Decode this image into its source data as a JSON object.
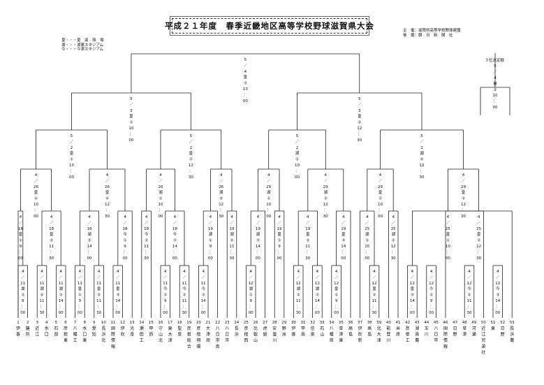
{
  "title": "平成２１年度　春季近畿地区高等学校野球滋賀県大会",
  "legend": [
    {
      "abbr": "皇",
      "label": "・・・皇　滋　球　場"
    },
    {
      "abbr": "湖",
      "label": "・・・湖東スタジアム"
    },
    {
      "abbr": "今",
      "label": "・・・今津スタジアム"
    }
  ],
  "organizers": [
    {
      "role": "主　催",
      "name": "：滋賀県高等学校野球連盟"
    },
    {
      "role": "後　援",
      "name": "：朝　日　新　聞　社"
    }
  ],
  "playoff": {
    "label": "３位決定戦",
    "schedule": [
      "5",
      "／",
      "4",
      "皇",
      "①",
      "10",
      "：",
      "00"
    ]
  },
  "teams": [
    {
      "no": "1",
      "name": [
        "伊",
        "香"
      ]
    },
    {
      "no": "2",
      "name": [
        "膳",
        "所"
      ]
    },
    {
      "no": "3",
      "name": [
        "近",
        "江"
      ]
    },
    {
      "no": "4",
      "name": [
        "水",
        "口"
      ]
    },
    {
      "no": "5",
      "name": [
        "石",
        "部"
      ]
    },
    {
      "no": "6",
      "name": [
        "彦",
        "根",
        "東"
      ]
    },
    {
      "no": "7",
      "name": [
        "八",
        "幡",
        "工"
      ]
    },
    {
      "no": "8",
      "name": [
        "水",
        "口",
        "東"
      ]
    },
    {
      "no": "9",
      "name": [
        "愛",
        "知"
      ]
    },
    {
      "no": "10",
      "name": [
        "長",
        "浜",
        "北"
      ]
    },
    {
      "no": "11",
      "name": [
        "国",
        "際",
        "情",
        "報"
      ]
    },
    {
      "no": "12",
      "name": [
        "伊",
        "吹"
      ]
    },
    {
      "no": "13",
      "name": [
        "光",
        "泉"
      ]
    },
    {
      "no": "14",
      "name": [
        "瀬",
        "田",
        "工"
      ]
    },
    {
      "no": "15",
      "name": [
        "甲",
        "西"
      ]
    },
    {
      "no": "16",
      "name": [
        "守",
        "山",
        "北"
      ]
    },
    {
      "no": "17",
      "name": [
        "東",
        "大",
        "津"
      ]
    },
    {
      "no": "18",
      "name": [
        "聖",
        "泉"
      ]
    },
    {
      "no": "19",
      "name": [
        "彦",
        "根",
        "総",
        "合"
      ]
    },
    {
      "no": "20",
      "name": [
        "彦",
        "根",
        "翔",
        "陽"
      ]
    },
    {
      "no": "21",
      "name": [
        "大",
        "津",
        "商"
      ]
    },
    {
      "no": "22",
      "name": [
        "八",
        "日",
        "市",
        "南"
      ]
    },
    {
      "no": "23",
      "name": [
        "八",
        "日",
        "市"
      ]
    },
    {
      "no": "24",
      "name": [
        "長",
        "浜"
      ]
    },
    {
      "no": "25",
      "name": [
        "彦",
        "根",
        "西"
      ]
    },
    {
      "no": "26",
      "name": [
        "比",
        "叡",
        "山"
      ]
    },
    {
      "no": "27",
      "name": [
        "虎",
        "姫"
      ]
    },
    {
      "no": "28",
      "name": [
        "安",
        "曇",
        "川"
      ]
    },
    {
      "no": "29",
      "name": [
        "野",
        "洲"
      ]
    },
    {
      "no": "30",
      "name": [
        "伊",
        "香"
      ]
    },
    {
      "no": "31",
      "name": [
        "甲",
        "南"
      ]
    },
    {
      "no": "32",
      "name": [
        "信",
        "楽"
      ]
    },
    {
      "no": "33",
      "name": [
        "石",
        "山"
      ]
    },
    {
      "no": "34",
      "name": [
        "八",
        "幡",
        "商"
      ]
    },
    {
      "no": "35",
      "name": [
        "草",
        "津",
        "東"
      ]
    },
    {
      "no": "36",
      "name": [
        "高",
        "島"
      ]
    },
    {
      "no": "37",
      "name": [
        "伊",
        "吹",
        "新"
      ]
    },
    {
      "no": "38",
      "name": [
        "高",
        "島"
      ]
    },
    {
      "no": "39",
      "name": [
        "北",
        "大",
        "津"
      ]
    },
    {
      "no": "40",
      "name": [
        "能",
        "登",
        "川"
      ]
    },
    {
      "no": "41",
      "name": [
        "米",
        "原"
      ]
    },
    {
      "no": "42",
      "name": [
        "彦",
        "根",
        "工"
      ]
    },
    {
      "no": "43",
      "name": [
        "湖",
        "南",
        "農"
      ]
    },
    {
      "no": "44",
      "name": [
        "玉",
        "川"
      ]
    },
    {
      "no": "45",
      "name": [
        "八",
        "日",
        "市"
      ]
    },
    {
      "no": "46",
      "name": [
        "国",
        "際",
        "情",
        "報"
      ]
    },
    {
      "no": "47",
      "name": [
        "日",
        "野"
      ]
    },
    {
      "no": "48",
      "name": [
        "草",
        "津"
      ]
    },
    {
      "no": "49",
      "name": [
        "河",
        "瀬"
      ]
    },
    {
      "no": "50",
      "name": [
        "近",
        "江",
        "兄",
        "弟",
        "社"
      ]
    },
    {
      "no": "51",
      "name": [
        "東"
      ]
    },
    {
      "no": "52",
      "name": [
        "日",
        "野"
      ]
    },
    {
      "no": "53",
      "name": [
        "長",
        "浜",
        "農"
      ]
    }
  ],
  "matches": {
    "r1": [
      {
        "a": 1,
        "b": 2,
        "sched": [
          "4",
          "／",
          "11",
          "湖",
          "①",
          "9",
          "：",
          "00"
        ]
      },
      {
        "a": 3,
        "b": 4,
        "sched": [
          "4",
          "／",
          "11",
          "湖",
          "②",
          "11",
          "：",
          "30"
        ]
      },
      {
        "a": 5,
        "b": 6,
        "sched": [
          "4",
          "／",
          "11",
          "湖",
          "③",
          "14",
          "：",
          "00"
        ]
      },
      {
        "a": 7,
        "b": 8,
        "sched": [
          "4",
          "／",
          "11",
          "皇",
          "①",
          "9",
          "：",
          "00"
        ]
      },
      {
        "a": 9,
        "b": 10,
        "sched": [
          "4",
          "／",
          "11",
          "皇",
          "②",
          "11",
          "：",
          "30"
        ]
      },
      {
        "a": 11,
        "b": 12,
        "sched": [
          "4",
          "／",
          "11",
          "皇",
          "③",
          "14",
          "：",
          "00"
        ]
      },
      {
        "a": 16,
        "b": 17,
        "sched": [
          "4",
          "／",
          "11",
          "今",
          "①",
          "9",
          "：",
          "00"
        ]
      },
      {
        "a": 18,
        "b": 19,
        "sched": [
          "4",
          "／",
          "11",
          "今",
          "②",
          "11",
          "：",
          "30"
        ]
      },
      {
        "a": 20,
        "b": 21,
        "sched": [
          "4",
          "／",
          "11",
          "今",
          "③",
          "14",
          "：",
          "00"
        ]
      },
      {
        "a": 25,
        "b": 26,
        "sched": [
          "4",
          "／",
          "12",
          "湖",
          "①",
          "9",
          "：",
          "00"
        ]
      },
      {
        "a": 30,
        "b": 31,
        "sched": [
          "4",
          "／",
          "12",
          "湖",
          "②",
          "11",
          "：",
          "30"
        ]
      },
      {
        "a": 32,
        "b": 33,
        "sched": [
          "4",
          "／",
          "12",
          "湖",
          "③",
          "14",
          "：",
          "00"
        ]
      },
      {
        "a": 34,
        "b": 35,
        "sched": [
          "4",
          "／",
          "12",
          "皇",
          "①",
          "9",
          "：",
          "00"
        ]
      },
      {
        "a": 38,
        "b": 39,
        "sched": [
          "4",
          "／",
          "12",
          "皇",
          "②",
          "11",
          "：",
          "30"
        ]
      },
      {
        "a": 42,
        "b": 43,
        "sched": [
          "4",
          "／",
          "12",
          "皇",
          "③",
          "14",
          "：",
          "00"
        ]
      },
      {
        "a": 44,
        "b": 45,
        "sched": [
          "4",
          "／",
          "12",
          "今",
          "①",
          "9",
          "：",
          "00"
        ]
      },
      {
        "a": 48,
        "b": 49,
        "sched": [
          "4",
          "／",
          "12",
          "今",
          "②",
          "11",
          "：",
          "30"
        ]
      },
      {
        "a": 51,
        "b": 52,
        "sched": [
          "4",
          "／",
          "12",
          "今",
          "③",
          "14",
          "：",
          "00"
        ]
      }
    ],
    "r2": [
      {
        "sched": [
          "4",
          "／",
          "18",
          "皇",
          "①",
          "9",
          "：",
          "00"
        ]
      },
      {
        "sched": [
          "4",
          "／",
          "18",
          "皇",
          "②",
          "11",
          "：",
          "30"
        ]
      },
      {
        "sched": [
          "4",
          "／",
          "18",
          "湖",
          "③",
          "14",
          "：",
          "00"
        ]
      },
      {
        "sched": [
          "4",
          "／",
          "18",
          "今",
          "①",
          "9",
          "：",
          "00"
        ]
      },
      {
        "sched": [
          "4",
          "／",
          "18",
          "今",
          "②",
          "11",
          "：",
          "30"
        ]
      },
      {
        "sched": [
          "4",
          "／",
          "18",
          "今",
          "③",
          "14",
          "：",
          "00"
        ]
      },
      {
        "sched": [
          "4",
          "／",
          "19",
          "湖",
          "①",
          "9",
          "：",
          "00"
        ]
      },
      {
        "sched": [
          "4",
          "／",
          "19",
          "湖",
          "②",
          "11",
          "：",
          "30"
        ]
      },
      {
        "sched": [
          "4",
          "／",
          "19",
          "湖",
          "③",
          "14",
          "：",
          "00"
        ]
      },
      {
        "sched": [
          "4",
          "／",
          "19",
          "皇",
          "①",
          "9",
          "：",
          "00"
        ]
      },
      {
        "sched": [
          "4",
          "／",
          "19",
          "皇",
          "②",
          "11",
          "：",
          "30"
        ]
      },
      {
        "sched": [
          "4",
          "／",
          "19",
          "皇",
          "③",
          "14",
          "：",
          "00"
        ]
      },
      {
        "sched": [
          "4",
          "／",
          "25",
          "湖",
          "①",
          "10",
          "：",
          "00"
        ]
      },
      {
        "sched": [
          "4",
          "／",
          "25",
          "湖",
          "②",
          "12",
          "：",
          "30"
        ]
      },
      {
        "sched": [
          "4",
          "／",
          "25",
          "皇",
          "①",
          "10",
          "：",
          "00"
        ]
      },
      {
        "sched": [
          "4",
          "／",
          "25",
          "皇",
          "②",
          "12",
          "：",
          "30"
        ]
      }
    ],
    "r3": [
      {
        "sched": [
          "4",
          "／",
          "26",
          "皇",
          "①",
          "10",
          "：",
          "00"
        ]
      },
      {
        "sched": [
          "4",
          "／",
          "26",
          "皇",
          "②",
          "12",
          "：",
          "30"
        ]
      },
      {
        "sched": [
          "4",
          "／",
          "26",
          "湖",
          "①",
          "10",
          "：",
          "00"
        ]
      },
      {
        "sched": [
          "4",
          "／",
          "26",
          "湖",
          "②",
          "12",
          "：",
          "30"
        ]
      },
      {
        "sched": [
          "4",
          "／",
          "29",
          "湖",
          "①",
          "10",
          "：",
          "00"
        ]
      },
      {
        "sched": [
          "4",
          "／",
          "29",
          "湖",
          "②",
          "12",
          "：",
          "30"
        ]
      },
      {
        "sched": [
          "4",
          "／",
          "29",
          "皇",
          "①",
          "10",
          "：",
          "00"
        ]
      },
      {
        "sched": [
          "4",
          "／",
          "29",
          "皇",
          "②",
          "12",
          "：",
          "30"
        ]
      }
    ],
    "r4": [
      {
        "sched": [
          "5",
          "／",
          "2",
          "皇",
          "①",
          "10",
          "：",
          "00"
        ]
      },
      {
        "sched": [
          "5",
          "／",
          "2",
          "皇",
          "②",
          "12",
          "：",
          "30"
        ]
      },
      {
        "sched": [
          "5",
          "／",
          "2",
          "湖",
          "①",
          "10",
          "：",
          "00"
        ]
      },
      {
        "sched": [
          "5",
          "／",
          "2",
          "湖",
          "②",
          "12",
          "：",
          "30"
        ]
      }
    ],
    "semi": [
      {
        "sched": [
          "5",
          "／",
          "3",
          "皇",
          "①",
          "10",
          "：",
          "00"
        ]
      },
      {
        "sched": [
          "5",
          "／",
          "3",
          "皇",
          "②",
          "12",
          "：",
          "30"
        ]
      }
    ],
    "final": {
      "sched": [
        "5",
        "／",
        "4",
        "皇",
        "③",
        "13",
        "：",
        "00"
      ]
    }
  }
}
